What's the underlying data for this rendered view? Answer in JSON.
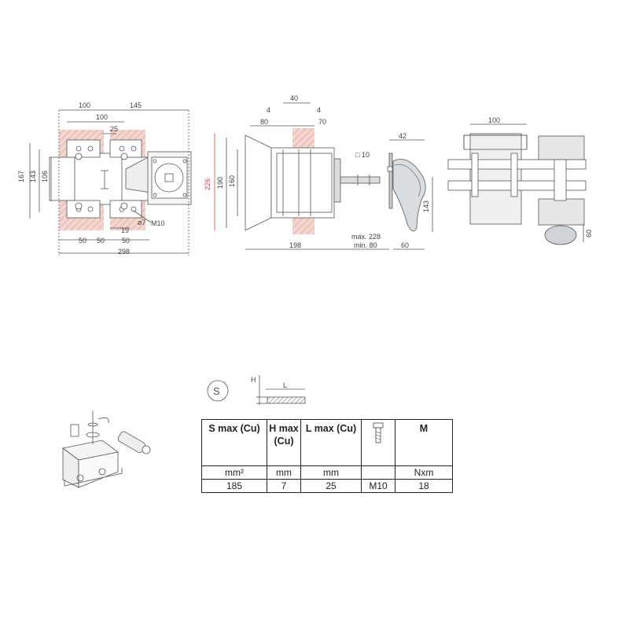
{
  "front_view": {
    "dim_top_a": "100",
    "dim_top_b": "145",
    "dim_mid": "100",
    "dim_small": "25",
    "dim_left_outer": "167",
    "dim_left_mid": "143",
    "dim_left_inner": "106",
    "dim_bot_a": "50",
    "dim_bot_b": "50",
    "dim_bot_c": "50",
    "dim_bot_d": "19",
    "dim_total": "298",
    "hole_label": "ø7",
    "bolt_label": "M10"
  },
  "side_view": {
    "dim_top": "40",
    "dim_4a": "4",
    "dim_4b": "4",
    "dim_80": "80",
    "dim_70": "70",
    "dim_226": "226",
    "dim_190": "190",
    "dim_160": "160",
    "dim_198": "198",
    "shaft_label": "□ 10",
    "dim_42": "42",
    "dim_143": "143",
    "dim_max": "max. 228",
    "dim_min": "min. 80",
    "dim_60": "60"
  },
  "motor_view": {
    "dim_100": "100",
    "dim_60": "60"
  },
  "spec_table": {
    "headers": [
      "S max (Cu)",
      "H max (Cu)",
      "L max (Cu)",
      "",
      "M"
    ],
    "units": [
      "mm²",
      "mm",
      "mm",
      "",
      "Nxm"
    ],
    "values": [
      "185",
      "7",
      "25",
      "M10",
      "18"
    ]
  },
  "diagram_labels": {
    "h": "H",
    "l": "L",
    "s": "S"
  },
  "colors": {
    "line": "#555555",
    "hatch": "#e8b4a8",
    "dim_red": "#dd4444"
  }
}
